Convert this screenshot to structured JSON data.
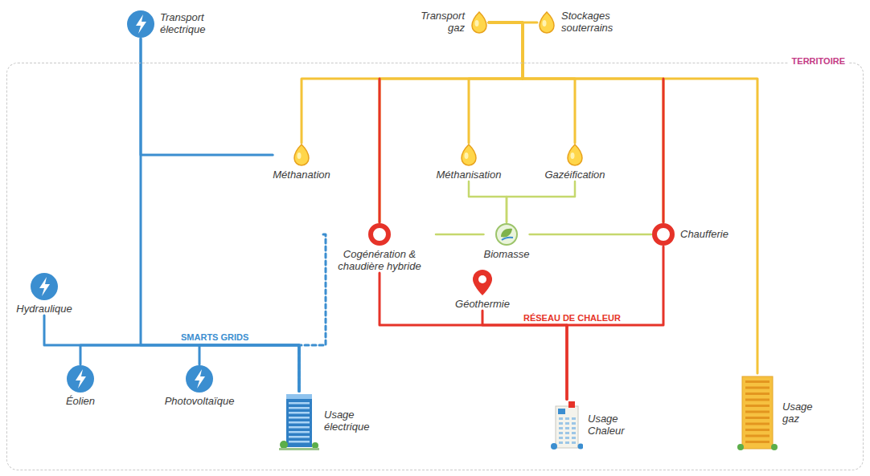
{
  "diagram": {
    "nodes": [
      {
        "text": [
          "Transport électrique"
        ]
      },
      {
        "text": [
          "Transport gaz"
        ]
      },
      {
        "text": [
          "Stockages souterrains"
        ]
      },
      {
        "text": [
          "TERRITOIRE"
        ]
      },
      {
        "text": [
          "Méthanation"
        ],
        "in": 3
      },
      {
        "text": [
          "Méthanisation"
        ],
        "in": 3
      },
      {
        "text": [
          "Gazéification"
        ],
        "in": 3
      },
      {
        "text": [
          "Cogénération & chaudière hybride"
        ],
        "in": 3
      },
      {
        "text": [
          "Biomasse"
        ],
        "in": 3
      },
      {
        "text": [
          "Chaufferie"
        ],
        "in": 3
      },
      {
        "text": [
          "Hydraulique"
        ],
        "in": 3
      },
      {
        "text": [
          "Géothermie"
        ],
        "in": 3
      },
      {
        "text": [
          "Éolien"
        ],
        "in": 3
      },
      {
        "text": [
          "Photovoltaïque"
        ],
        "in": 3
      },
      {
        "text": [
          "Usage électrique"
        ],
        "in": 3
      },
      {
        "text": [
          "Usage Chaleur"
        ],
        "in": 3
      },
      {
        "text": [
          "Usage gaz"
        ],
        "in": 3
      }
    ],
    "edges": [
      {
        "from": 0,
        "to": 4,
        "arrow": "none"
      },
      {
        "from": 0,
        "to": 14,
        "arrow": "none"
      },
      {
        "from": 10,
        "to": 14,
        "arrow": "none"
      },
      {
        "from": 12,
        "to": 14,
        "arrow": "none"
      },
      {
        "from": 13,
        "to": 14,
        "arrow": "none"
      },
      {
        "from": 7,
        "to": 14,
        "arrow": "none"
      },
      {
        "from": 1,
        "to": 2,
        "arrow": "none"
      },
      {
        "from": 1,
        "to": 4,
        "arrow": "none"
      },
      {
        "from": 1,
        "to": 5,
        "arrow": "none"
      },
      {
        "from": 1,
        "to": 6,
        "arrow": "none"
      },
      {
        "from": 1,
        "to": 7,
        "arrow": "none"
      },
      {
        "from": 1,
        "to": 9,
        "arrow": "none"
      },
      {
        "from": 1,
        "to": 16,
        "arrow": "none"
      },
      {
        "from": 8,
        "to": 5,
        "arrow": "none"
      },
      {
        "from": 8,
        "to": 6,
        "arrow": "none"
      },
      {
        "from": 8,
        "to": 7,
        "arrow": "none"
      },
      {
        "from": 8,
        "to": 9,
        "arrow": "none"
      },
      {
        "from": 7,
        "to": 15,
        "arrow": "none"
      },
      {
        "from": 11,
        "to": 15,
        "arrow": "none"
      },
      {
        "from": 9,
        "to": 15,
        "arrow": "none"
      }
    ],
    "labels": [
      "SMARTS GRIDS",
      "RÉSEAU DE CHALEUR"
    ]
  }
}
